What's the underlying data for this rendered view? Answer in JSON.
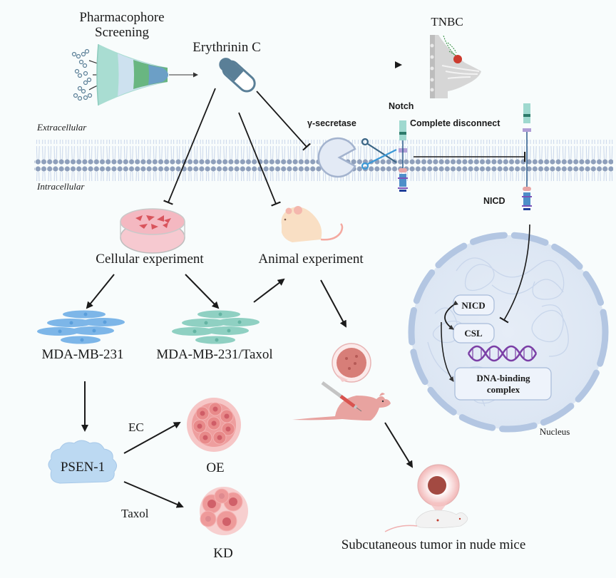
{
  "title": "Erythrinin C targets PSEN-1 / Notch signaling in TNBC",
  "screening": {
    "label_line1": "Pharmacophore",
    "label_line2": "Screening",
    "icon": "funnel-icon"
  },
  "compound": {
    "label": "Erythrinin C",
    "icon": "capsule-icon",
    "color": "#5a7f97"
  },
  "disease": {
    "label": "TNBC",
    "icon": "breast-tumor-icon"
  },
  "membrane": {
    "extracellular_label": "Extracellular",
    "intracellular_label": "Intracellular",
    "head_color": "#8e9fbb",
    "tail_color": "#c9d6ea"
  },
  "secretase": {
    "label": "γ-secretase",
    "icon": "pacman-enzyme-icon"
  },
  "notch": {
    "label": "Notch",
    "cleavage_label": "Complete disconnect",
    "nicd_label": "NICD",
    "icon": "receptor-icon",
    "scissor_icon": "scissors-icon"
  },
  "nucleus": {
    "label": "Nucleus",
    "boxes": [
      {
        "id": "nicd",
        "label": "NICD"
      },
      {
        "id": "csl",
        "label": "CSL"
      },
      {
        "id": "dna-complex",
        "label_line1": "DNA-binding",
        "label_line2": "complex"
      }
    ],
    "dna_icon": "dna-helix-icon",
    "dna_color": "#7b3fa6"
  },
  "experiments": {
    "cellular": {
      "label": "Cellular experiment",
      "icon": "petri-dish-icon"
    },
    "animal": {
      "label": "Animal experiment",
      "icon": "mouse-icon"
    }
  },
  "cell_lines": [
    {
      "label": "MDA-MB-231",
      "color": "#7db6e8"
    },
    {
      "label": "MDA-MB-231/Taxol",
      "color": "#7fc6b8"
    }
  ],
  "psen": {
    "label": "PSEN-1",
    "arrows": [
      {
        "label": "EC",
        "target": "OE"
      },
      {
        "label": "Taxol",
        "target": "KD"
      }
    ]
  },
  "outcomes": {
    "oe_label": "OE",
    "kd_label": "KD"
  },
  "xenograft": {
    "label": "Subcutaneous tumor in nude mice",
    "injection_icon": "syringe-mouse-icon",
    "tumor_icon": "tumor-mouse-icon"
  }
}
